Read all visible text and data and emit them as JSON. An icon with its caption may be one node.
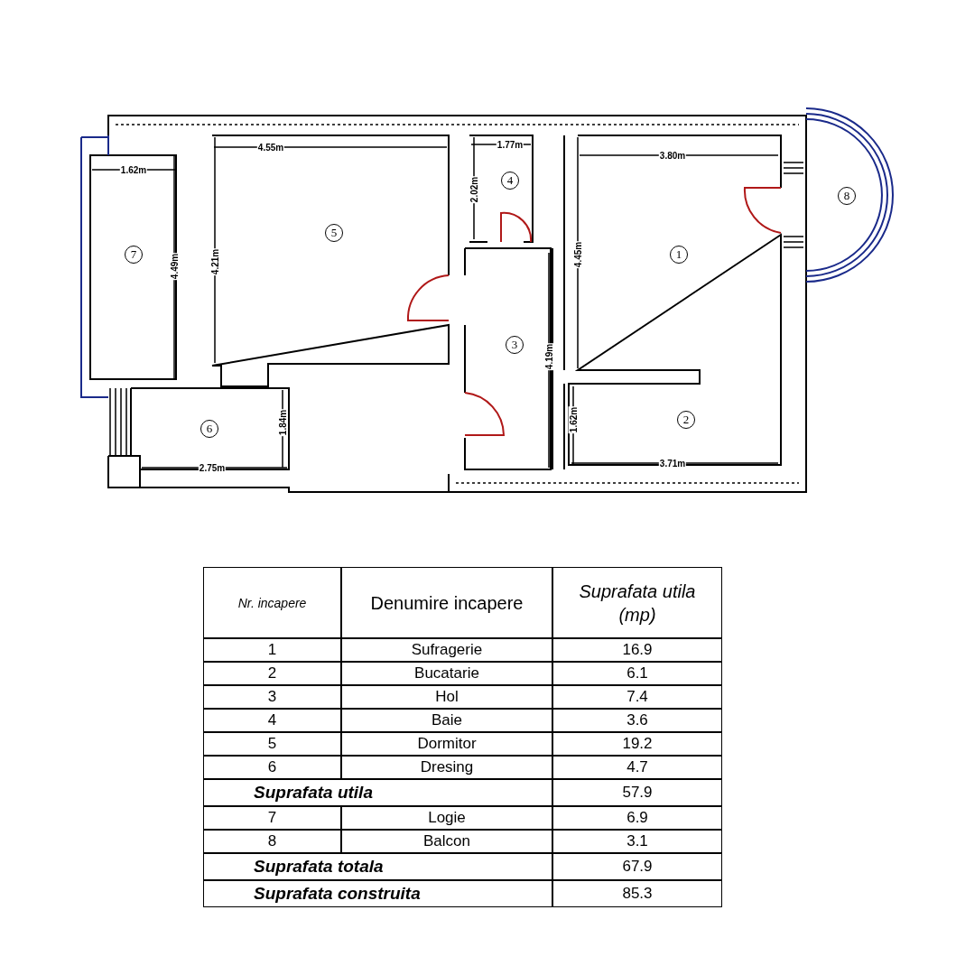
{
  "diagram": {
    "labels": [
      "4.55m",
      "1.77m",
      "3.80m",
      "1.62m",
      "2.02m",
      "4",
      "8",
      "5",
      "4.49m",
      "4.21m",
      "7",
      "4.45m",
      "1",
      "3",
      "4.19m",
      "6",
      "1.84m",
      "2",
      "1.62m",
      "2.75m",
      "3.71m",
      "Nr. incapere",
      "Denumire incapere",
      "Suprafata utila (mp)",
      "1",
      "Sufragerie",
      "16.9",
      "2",
      "Bucatarie",
      "6.1",
      "3",
      "Hol",
      "7.4",
      "4",
      "Baie",
      "3.6",
      "5",
      "Dormitor",
      "19.2",
      "6",
      "Dresing",
      "4.7",
      "Suprafata utila",
      "57.9",
      "7",
      "Logie",
      "6.9",
      "8",
      "Balcon",
      "3.1",
      "Suprafata totala",
      "67.9",
      "Suprafata construita",
      "85.3"
    ]
  }
}
